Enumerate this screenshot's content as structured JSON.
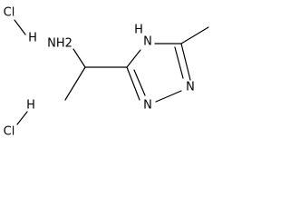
{
  "molecule": {
    "salt_labels": [
      "Cl",
      "H",
      "Cl",
      "H"
    ],
    "atoms": {
      "amine": "NH2",
      "ring_nh": "N",
      "ring_nh_h": "H",
      "ring_n_lower_right": "N",
      "ring_n_lower_left": "N"
    },
    "colors": {
      "ink": "#000000",
      "background": "#ffffff"
    }
  }
}
